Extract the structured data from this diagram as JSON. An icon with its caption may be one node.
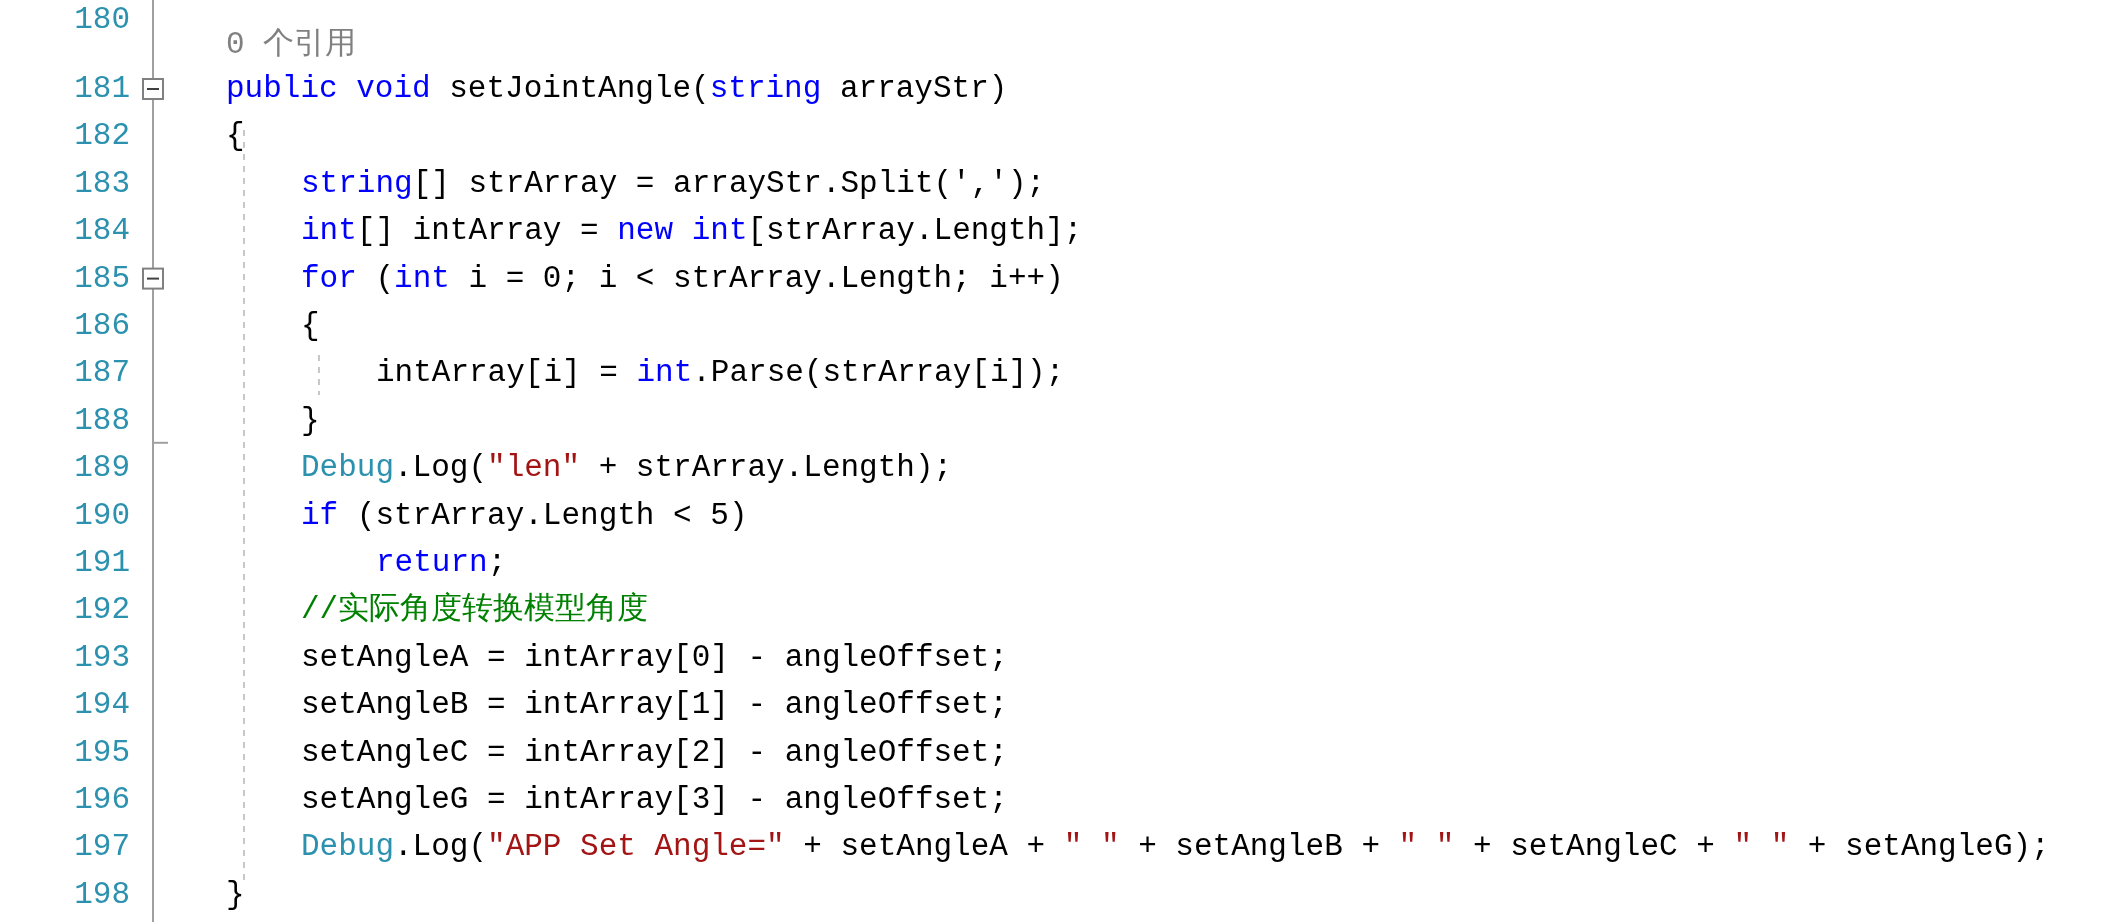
{
  "diagram": {
    "labels": [
      "180",
      "0 个引用",
      "181",
      "public void setJointAngle(string arrayStr)",
      "182",
      "{",
      "183",
      "string[] strArray = arrayStr.Split(',');",
      "184",
      "int[] intArray = new int[strArray.Length];",
      "185",
      "for (int i = 0; i < strArray.Length; i++)",
      "186",
      "{",
      "187",
      "intArray[i] = int.Parse(strArray[i]);",
      "188",
      "}",
      "189",
      "Debug.Log(\"len\" + strArray.Length);",
      "190",
      "if (strArray.Length < 5)",
      "191",
      "return;",
      "192",
      "//实际角度转换模型角度",
      "193",
      "setAngleA = intArray[0] - angleOffset;",
      "194",
      "setAngleB = intArray[1] - angleOffset;",
      "195",
      "setAngleC = intArray[2] - angleOffset;",
      "196",
      "setAngleG = intArray[3] - angleOffset;",
      "197",
      "Debug.Log(\"APP Set Angle=\" + setAngleA + \" \" + setAngleB + \" \" + setAngleC + \" \" + setAngleG);",
      "198",
      "}"
    ]
  }
}
